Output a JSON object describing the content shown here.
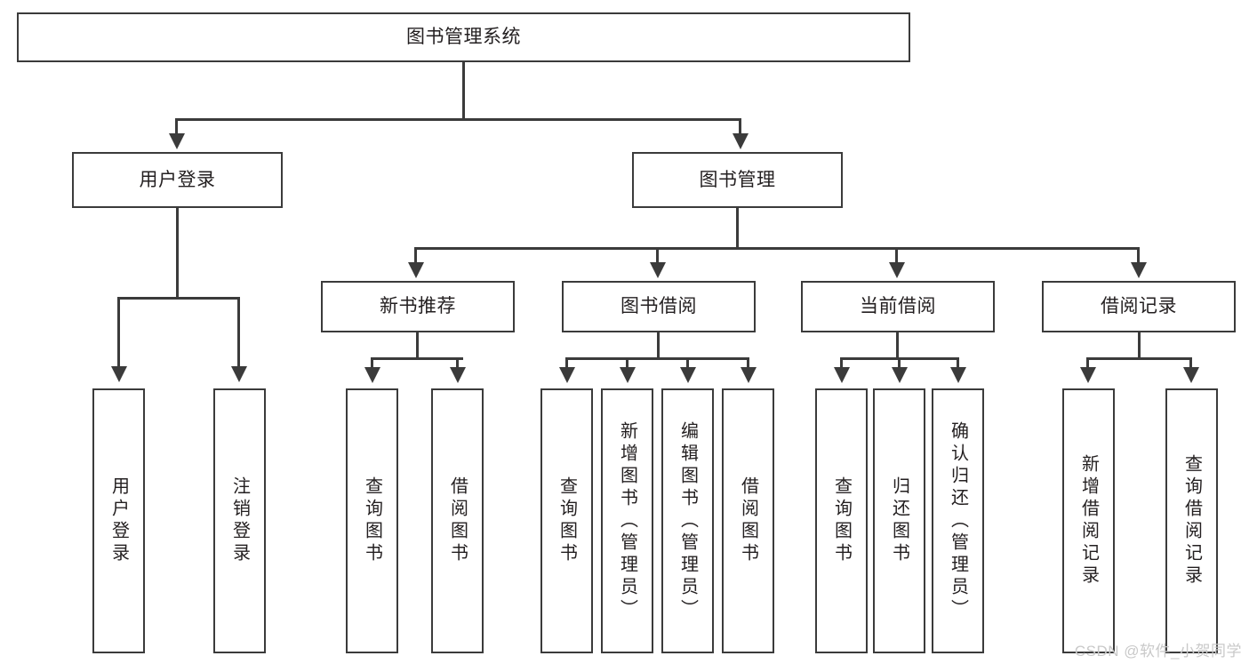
{
  "diagram": {
    "type": "tree",
    "title": "图书管理系统",
    "root": {
      "label": "图书管理系统"
    },
    "level2": [
      {
        "label": "用户登录"
      },
      {
        "label": "图书管理"
      }
    ],
    "level3": [
      {
        "label": "新书推荐"
      },
      {
        "label": "图书借阅"
      },
      {
        "label": "当前借阅"
      },
      {
        "label": "借阅记录"
      }
    ],
    "leaves": {
      "user_login": [
        {
          "label": "用户登录"
        },
        {
          "label": "注销登录"
        }
      ],
      "new_book_recommend": [
        {
          "label": "查询图书"
        },
        {
          "label": "借阅图书"
        }
      ],
      "book_borrow": [
        {
          "label": "查询图书"
        },
        {
          "label": "新增图书（管理员）"
        },
        {
          "label": "编辑图书（管理员）"
        },
        {
          "label": "借阅图书"
        }
      ],
      "current_borrow": [
        {
          "label": "查询图书"
        },
        {
          "label": "归还图书"
        },
        {
          "label": "确认归还（管理员）"
        }
      ],
      "borrow_record": [
        {
          "label": "新增借阅记录"
        },
        {
          "label": "查询借阅记录"
        }
      ]
    }
  },
  "watermark": {
    "text": "CSDN @软件_小贺同学"
  },
  "colors": {
    "stroke": "#3b3b3b",
    "text": "#231f20",
    "background": "#ffffff",
    "watermark": "#c9c9c9"
  }
}
